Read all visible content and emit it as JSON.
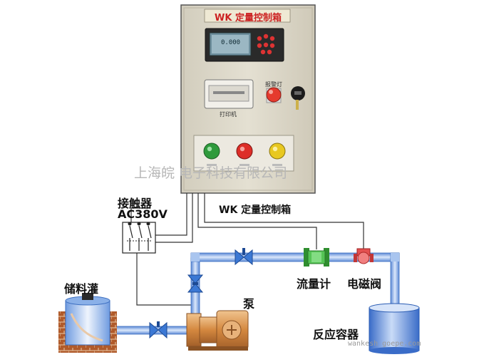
{
  "cabinet": {
    "title": "WK 定量控制箱",
    "display_reading": "0.000",
    "printer_label": "打印机",
    "alarm_label": "报警灯",
    "colors": {
      "panel": "#ddd8c8",
      "green": "#3aa845",
      "red": "#e03030",
      "yellow": "#e8c820"
    }
  },
  "labels": {
    "contactor": "接触器",
    "contactor_spec": "AC380V",
    "cabinet_caption": "WK 定量控制箱",
    "tank": "储料灌",
    "pump": "泵",
    "flowmeter": "流量计",
    "valve": "电磁阀",
    "reactor": "反应容器"
  },
  "watermark": {
    "company": "上海皖  电子科技有限公司",
    "site": "wankesh goepe.com"
  },
  "colors": {
    "pipe": "#8fb4e8",
    "pipe_edge": "#3d6fc0",
    "wire": "#333333",
    "pump": "#d99a55",
    "flowmeter": "#4dbb4d"
  }
}
